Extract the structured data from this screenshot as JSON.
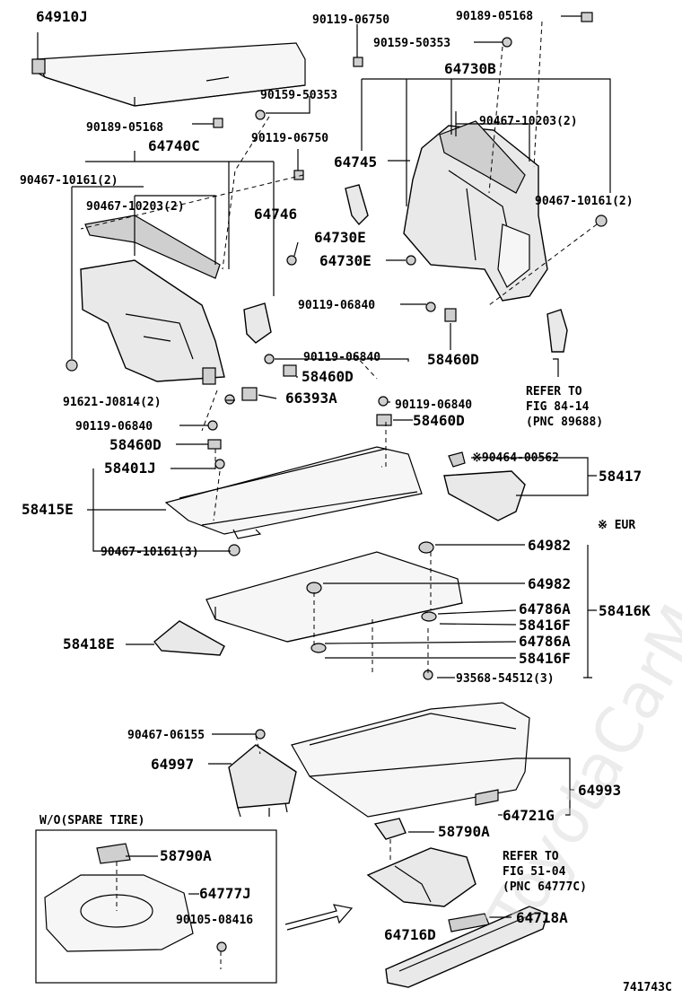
{
  "labels": {
    "l_64910J": "64910J",
    "l_90119_06750_a": "90119-06750",
    "l_90189_05168_a": "90189-05168",
    "l_90159_50353_a": "90159-50353",
    "l_64730B": "64730B",
    "l_90159_50353_b": "90159-50353",
    "l_90189_05168_b": "90189-05168",
    "l_90467_10203_a": "90467-10203(2)",
    "l_64740C": "64740C",
    "l_90119_06750_b": "90119-06750",
    "l_64745": "64745",
    "l_90467_10161_a": "90467-10161(2)",
    "l_90467_10203_b": "90467-10203(2)",
    "l_64746": "64746",
    "l_90467_10161_b": "90467-10161(2)",
    "l_64730E_a": "64730E",
    "l_64730E_b": "64730E",
    "l_90119_06840_a": "90119-06840",
    "l_58460D_a": "58460D",
    "l_90119_06840_b": "90119-06840",
    "l_58460D_b": "58460D",
    "l_refer1_a": "REFER TO",
    "l_refer1_b": "FIG 84-14",
    "l_refer1_c": "(PNC 89688)",
    "l_91621": "91621-J0814(2)",
    "l_66393A": "66393A",
    "l_90119_06840_c": "90119-06840",
    "l_90119_06840_d": "90119-06840",
    "l_58460D_c": "58460D",
    "l_58460D_d": "58460D",
    "l_58401J": "58401J",
    "l_90464": "※90464-00562",
    "l_58417": "58417",
    "l_58415E": "58415E",
    "l_eur": "※ EUR",
    "l_90467_10161_c": "90467-10161(3)",
    "l_64982_a": "64982",
    "l_64982_b": "64982",
    "l_64786A_a": "64786A",
    "l_58416K": "58416K",
    "l_58416F_a": "58416F",
    "l_58418E": "58418E",
    "l_64786A_b": "64786A",
    "l_58416F_b": "58416F",
    "l_93568": "93568-54512(3)",
    "l_90467_06155": "90467-06155",
    "l_64997": "64997",
    "l_64993": "64993",
    "l_64721G": "64721G",
    "l_wo": "W/O(SPARE TIRE)",
    "l_58790A_a": "58790A",
    "l_58790A_b": "58790A",
    "l_refer2_a": "REFER TO",
    "l_refer2_b": "FIG 51-04",
    "l_refer2_c": "(PNC 64777C)",
    "l_64777J": "64777J",
    "l_90105": "90105-08416",
    "l_64718A": "64718A",
    "l_64716D": "64716D",
    "l_code": "741743C"
  }
}
